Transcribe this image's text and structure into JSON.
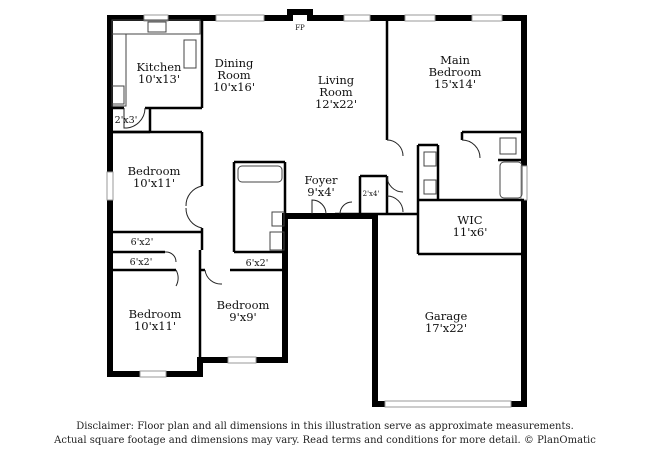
{
  "rooms": {
    "kitchen": {
      "name": "Kitchen",
      "size": "10'x13'"
    },
    "dining": {
      "name1": "Dining",
      "name2": "Room",
      "size": "10'x16'"
    },
    "living": {
      "name1": "Living",
      "name2": "Room",
      "size": "12'x22'"
    },
    "main_bedroom": {
      "name1": "Main",
      "name2": "Bedroom",
      "size": "15'x14'"
    },
    "bedroom_left": {
      "name": "Bedroom",
      "size": "10'x11'"
    },
    "foyer": {
      "name": "Foyer",
      "size": "9'x4'"
    },
    "wic": {
      "name": "WIC",
      "size": "11'x6'"
    },
    "bedroom_bottom_left": {
      "name": "Bedroom",
      "size": "10'x11'"
    },
    "bedroom_center": {
      "name": "Bedroom",
      "size": "9'x9'"
    },
    "garage": {
      "name": "Garage",
      "size": "17'x22'"
    }
  },
  "closets": {
    "pantry": "2'x3'",
    "closet_a": "6'x2'",
    "closet_b": "6'x2'",
    "closet_c": "6'x2'",
    "foyer_closet": "2'x4'"
  },
  "fireplace": "FP",
  "disclaimer": {
    "line1": "Disclaimer: Floor plan and all dimensions in this illustration serve as approximate measurements.",
    "line2": "Actual square footage and dimensions may vary. Read terms and conditions for more detail. © PlanOmatic"
  }
}
